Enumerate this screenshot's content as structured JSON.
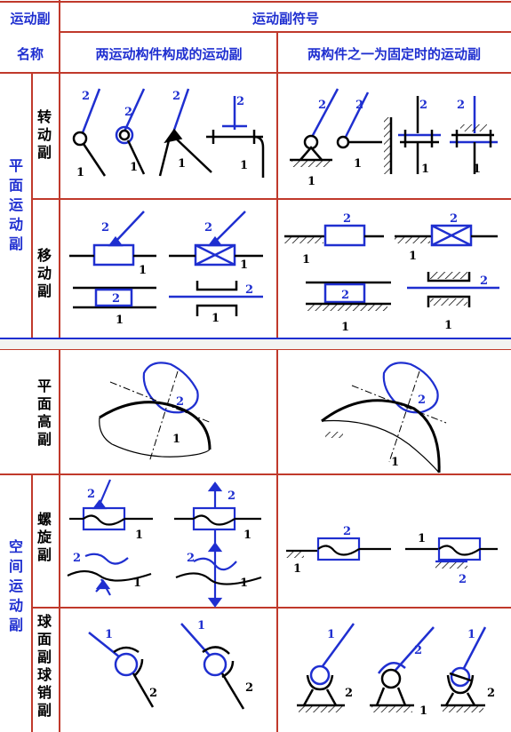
{
  "header": {
    "category_title_line1": "运动副",
    "category_title_line2": "名称",
    "symbol_title": "运动副符号",
    "col_two_moving": "两运动构件构成的运动副",
    "col_one_fixed": "两构件之一为固定时的运动副"
  },
  "groups": {
    "planar": "平面运动副",
    "spatial": "空间运动副"
  },
  "pairs": {
    "revolute": "转动副",
    "prismatic": "移动副",
    "higher": "平面高副",
    "helical": "螺旋副",
    "spherical": "球面副球销副"
  },
  "link_labels": {
    "one": "1",
    "two": "2"
  }
}
